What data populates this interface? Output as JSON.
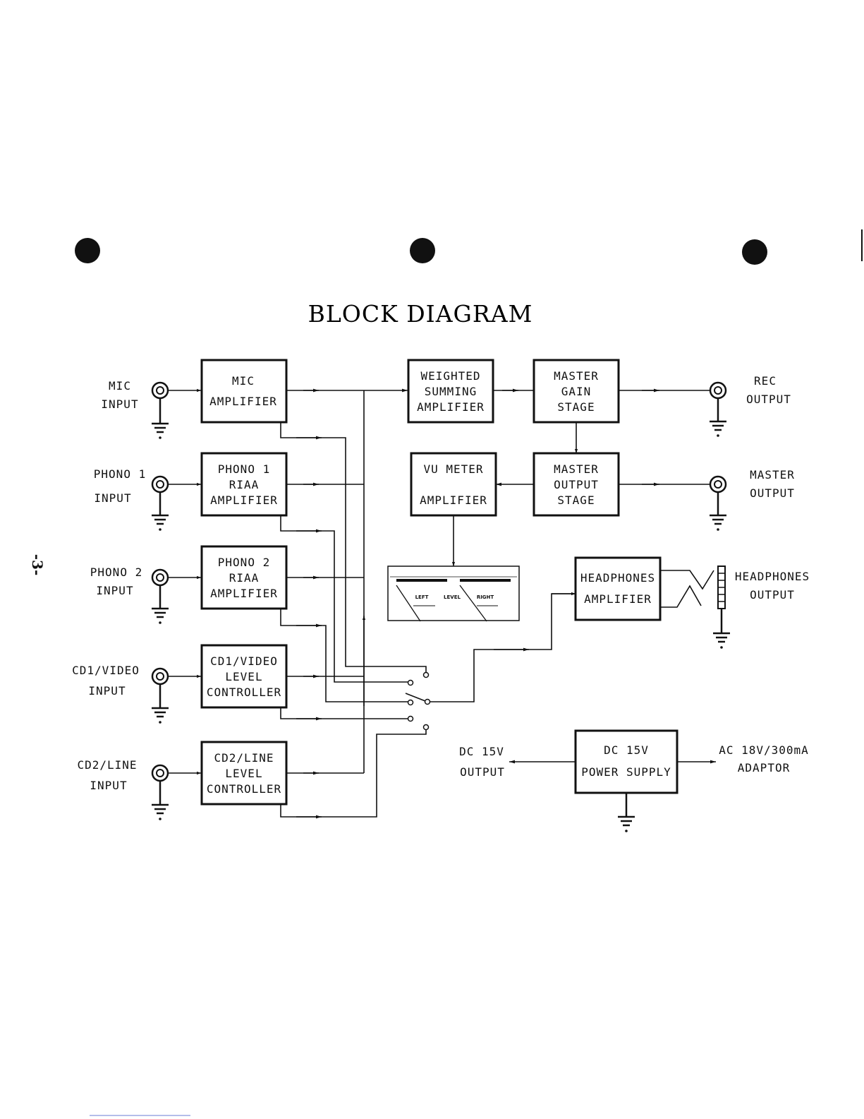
{
  "title": "BLOCK DIAGRAM",
  "page_number": "-3-",
  "inputs": [
    {
      "line1": "MIC",
      "line2": "INPUT"
    },
    {
      "line1": "PHONO 1",
      "line2": "INPUT"
    },
    {
      "line1": "PHONO 2",
      "line2": "INPUT"
    },
    {
      "line1": "CD1/VIDEO",
      "line2": "INPUT"
    },
    {
      "line1": "CD2/LINE",
      "line2": "INPUT"
    }
  ],
  "blocks": {
    "mic_amp": [
      "MIC",
      "AMPLIFIER"
    ],
    "phono1": [
      "PHONO 1",
      "RIAA",
      "AMPLIFIER"
    ],
    "phono2": [
      "PHONO 2",
      "RIAA",
      "AMPLIFIER"
    ],
    "cd1": [
      "CD1/VIDEO",
      "LEVEL",
      "CONTROLLER"
    ],
    "cd2": [
      "CD2/LINE",
      "LEVEL",
      "CONTROLLER"
    ],
    "summing": [
      "WEIGHTED",
      "SUMMING",
      "AMPLIFIER"
    ],
    "master_gain": [
      "MASTER",
      "GAIN",
      "STAGE"
    ],
    "master_output": [
      "MASTER",
      "OUTPUT",
      "STAGE"
    ],
    "vu_meter": [
      "VU METER",
      "AMPLIFIER"
    ],
    "headphones_amp": [
      "HEADPHONES",
      "AMPLIFIER"
    ],
    "power_supply": [
      "DC 15V",
      "POWER SUPPLY"
    ]
  },
  "outputs": {
    "rec": [
      "REC",
      "OUTPUT"
    ],
    "master": [
      "MASTER",
      "OUTPUT"
    ],
    "headphones": [
      "HEADPHONES",
      "OUTPUT"
    ],
    "dc": [
      "DC 15V",
      "OUTPUT"
    ],
    "ac": [
      "AC 18V/300mA",
      "ADAPTOR"
    ]
  },
  "vu_display": {
    "left": "LEFT",
    "level": "LEVEL",
    "right": "RIGHT"
  }
}
